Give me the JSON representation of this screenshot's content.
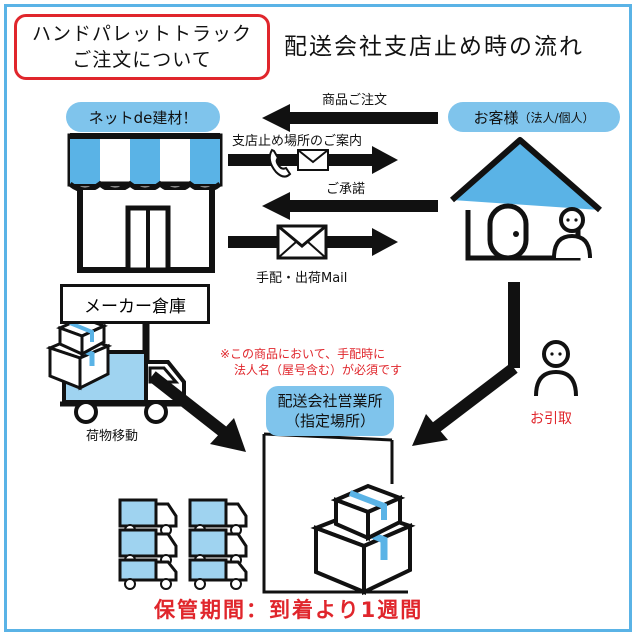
{
  "title_box": {
    "line1": "ハンドパレットトラック",
    "line2": "ご注文について"
  },
  "header_title": "配送会社支店止め時の流れ",
  "shop": {
    "label": "ネットde建材！"
  },
  "customer": {
    "label_main": "お客様",
    "label_sub": "（法人/個人）"
  },
  "flow": {
    "order": "商品ご注文",
    "guide": "支店止め場所のご案内",
    "consent": "ご承諾",
    "mail": "手配・出荷Mail"
  },
  "warehouse": {
    "label": "メーカー倉庫",
    "move": "荷物移動"
  },
  "notice": {
    "line1": "※この商品において、手配時に",
    "line2": "法人名（屋号含む）が必須です"
  },
  "depot": {
    "line1": "配送会社営業所",
    "line2": "（指定場所）"
  },
  "pickup": "お引取",
  "footer": "保管期間：到着より1週間",
  "colors": {
    "accent_blue": "#5ab3e6",
    "pill_blue": "#7fc4ec",
    "red": "#e0262c",
    "ink": "#111111"
  }
}
